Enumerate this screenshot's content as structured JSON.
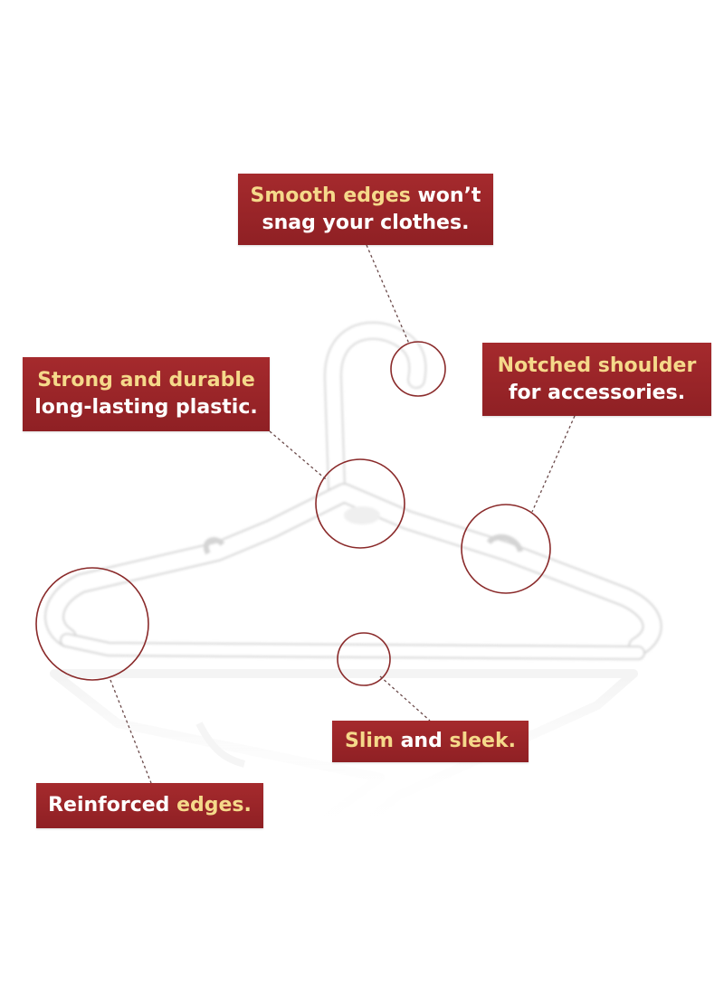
{
  "callouts": {
    "smooth": {
      "line1_highlight": "Smooth edges",
      "line1_rest": " won’t",
      "line2": "snag your clothes."
    },
    "strong": {
      "line1_highlight": "Strong and durable",
      "line2": "long-lasting plastic."
    },
    "notched": {
      "line1_highlight": "Notched shoulder",
      "line2": "for accessories."
    },
    "slim": {
      "word1_highlight": "Slim",
      "word2": " and ",
      "word3_highlight": "sleek."
    },
    "reinforced": {
      "text": "Reinforced ",
      "highlight": "edges."
    }
  },
  "colors": {
    "label_bg": "#9c2327",
    "highlight_text": "#f5d98a",
    "circle_stroke": "#8a2a2a",
    "hanger": "#ffffff"
  }
}
